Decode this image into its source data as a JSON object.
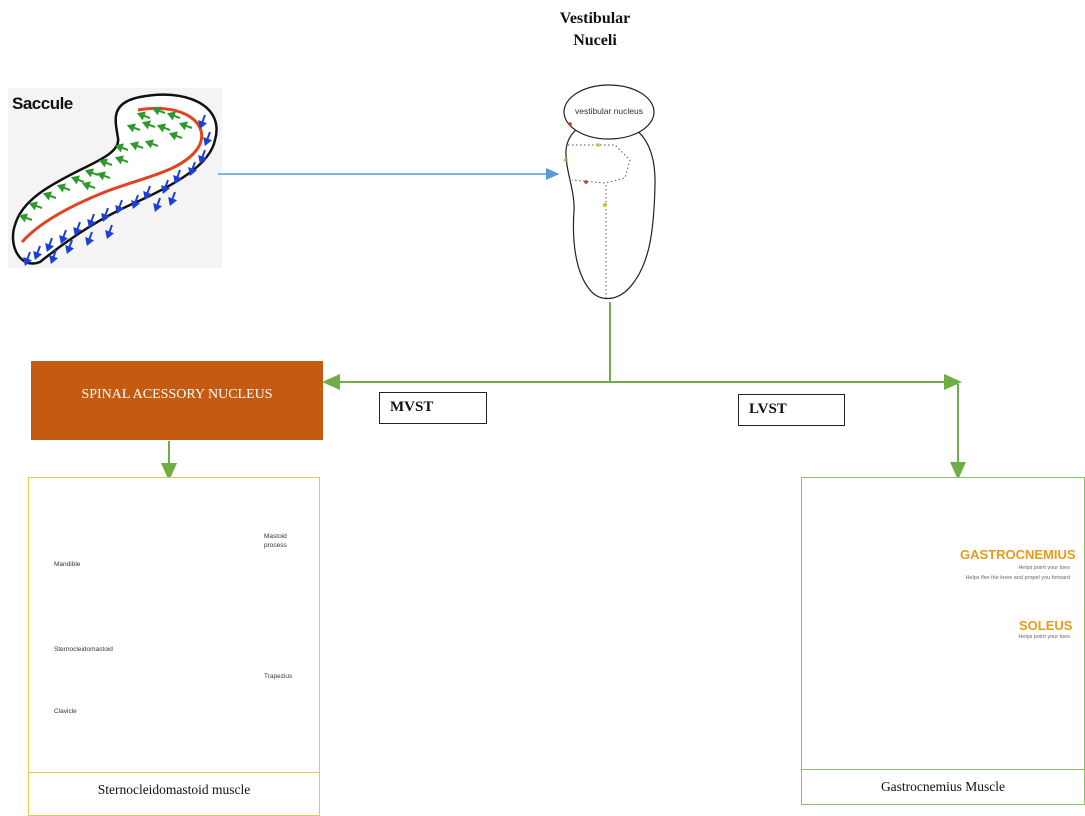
{
  "title": {
    "line1": "Vestibular",
    "line2": "Nuceli"
  },
  "saccule": {
    "label": "Saccule"
  },
  "nucleus": {
    "label": "vestibular nucleus"
  },
  "spinal_nucleus": {
    "label": "SPINAL ACESSORY NUCLEUS"
  },
  "tracts": {
    "medial": "MVST",
    "lateral": "LVST"
  },
  "neck_panel": {
    "caption": "Sternocleidomastoid muscle",
    "labels": {
      "mastoid_line1": "Mastoid",
      "mastoid_line2": "process",
      "mandible": "Mandible",
      "scm": "Sternocleidomastoid",
      "trapezius": "Trapezius",
      "clavicle": "Clavicle"
    }
  },
  "leg_panel": {
    "caption": "Gastrocnemius Muscle",
    "gastrocnemius": "GASTROCNEMIUS",
    "gastro_note1": "Helps point your toes",
    "gastro_note2": "Helps flex the knee and propel you forward",
    "soleus": "SOLEUS",
    "soleus_note": "Helps point your toes"
  },
  "colors": {
    "connector_green": "#70ad47",
    "connector_blue": "#5b9bd5",
    "spinal_box": "#c55a11",
    "otoconia_green": "#2e9a2e",
    "otoconia_blue": "#1d3fd6",
    "striola_red": "#e0441f",
    "muscle": "#c8523a",
    "leg_accent": "#e99a1a"
  }
}
